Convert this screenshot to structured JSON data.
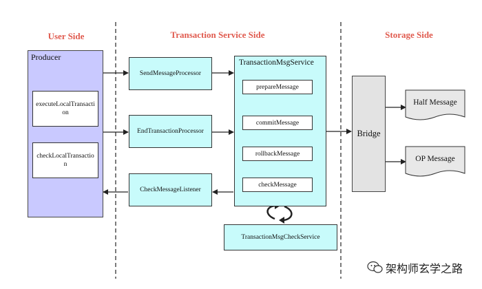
{
  "headers": {
    "user_side": "User Side",
    "transaction_side": "Transaction Service Side",
    "storage_side": "Storage Side"
  },
  "producer": {
    "title": "Producer",
    "execute": "executeLocalTransaction",
    "check": "checkLocalTransaction"
  },
  "processors": {
    "send": "SendMessageProcessor",
    "end": "EndTransactionProcessor",
    "listener": "CheckMessageListener"
  },
  "service": {
    "title": "TransactionMsgService",
    "prepare": "prepareMessage",
    "commit": "commitMessage",
    "rollback": "rollbackMessage",
    "check": "checkMessage"
  },
  "check_service": "TransactionMsgCheckService",
  "bridge": "Bridge",
  "storage": {
    "half": "Half Message",
    "op": "OP Message"
  },
  "watermark": "架构师玄学之路",
  "colors": {
    "header_red": "#e05a4e",
    "producer_fill": "#c9c9ff",
    "cyan_fill": "#c8fbfb",
    "bridge_fill": "#e3e3e3",
    "doc_fill": "#e8e8e8"
  }
}
